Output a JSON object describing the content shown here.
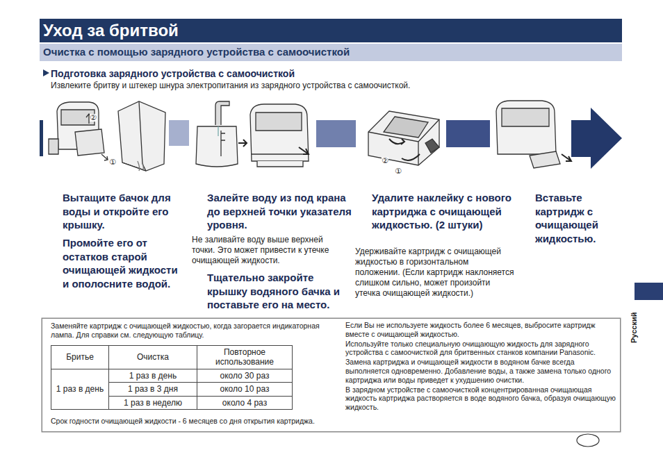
{
  "diagram": {
    "title": "Уход за бритвой",
    "nodes": [
      {
        "text": [
          "Очистка с помощью зарядного устройства с самоочисткой"
        ]
      },
      {
        "text": [
          "Заменяйте картридж с очищающей жидкостью, когда загорается индикаторная лампа. Для справки см. следующую таблицу.",
          "Срок годности очищающей жидкости - 6 месяцев со дня открытия картриджа.",
          "Если Вы не используете жидкость более 6 месяцев, выбросите картридж вместе с очищающей жидкостью.",
          "Используйте только специальную очищающую жидкость для зарядного устройства с самоочисткой для бритвенных станков компании Panasonic.",
          "Замена картриджа и очищающей жидкости в водяном бачке всегда выполняется одновременно. Добавление воды, а также замена только одного картриджа или воды приведет к ухудшению очистки.",
          "В зарядном устройстве с самоочисткой концентрированная очищающая жидкость картриджа растворяется в воде водяного бачка, образуя очищающую жидкость."
        ]
      }
    ],
    "labels": [
      "Подготовка зарядного устройства с самоочисткой",
      "Извлеките бритву и штекер шнура электропитания из зарядного устройства с самоочисткой.",
      "②",
      "①",
      "②",
      "①",
      "Вытащите бачок для воды и откройте его крышку.",
      "Промойте его от остатков старой очищающей жидкости и ополосните водой.",
      "Залейте воду из под крана до верхней точки указателя уровня.",
      "Не заливайте воду выше верхней точки. Это может привести к утечке очищающей жидкости.",
      "Тщательно закройте крышку водяного бачка и поставьте его на место.",
      "Удалите наклейку с нового картриджа с очищающей жидкостью. (2 штуки)",
      "Удерживайте картридж с очищающей жидкостью в горизонтальном положении. (Если картридж наклоняется слишком сильно, может произойти утечка очищающей жидкости.)",
      "Вставьте картридж с очищающей жидкостью.",
      "Бритье",
      "Очистка",
      "Повторное использование",
      "1 раз в день",
      "1 раз в день",
      "около 30 раз",
      "1 раз в 3 дня",
      "около 10 раз",
      "1 раз в неделю",
      "около 4 раз",
      "Русский"
    ]
  }
}
